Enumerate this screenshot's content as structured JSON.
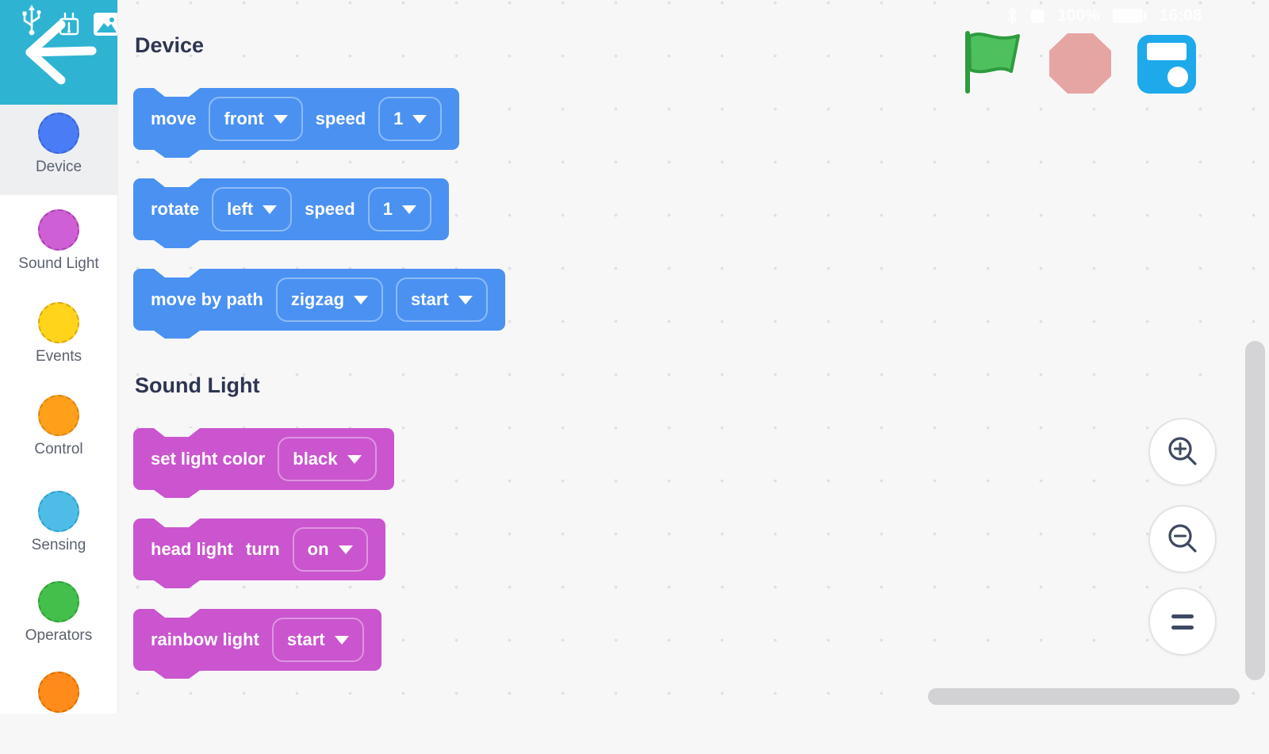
{
  "statusbar": {
    "icons": [
      "bluetooth-icon",
      "app-icon",
      "battery-icon"
    ],
    "battery_percent": "100%",
    "time": "16:08"
  },
  "sidebar": {
    "back_icons": [
      "usb-icon",
      "usb-plug-icon",
      "image-icon",
      "back-arrow-icon"
    ],
    "back_color": "#2eb4d2",
    "categories": [
      {
        "label": "Device",
        "color": "#4a7cf5",
        "border": "#3b63d8",
        "selected": true
      },
      {
        "label": "Sound Light",
        "color": "#cf5fd4",
        "border": "#a93fb0",
        "selected": false
      },
      {
        "label": "Events",
        "color": "#ffd41a",
        "border": "#d9a616",
        "selected": false
      },
      {
        "label": "Control",
        "color": "#ffa01a",
        "border": "#d98412",
        "selected": false
      },
      {
        "label": "Sensing",
        "color": "#4dbde8",
        "border": "#2e9fce",
        "selected": false
      },
      {
        "label": "Operators",
        "color": "#44bf4c",
        "border": "#2f9e38",
        "selected": false
      },
      {
        "label": "",
        "color": "#ff8c1a",
        "border": "#db6e00",
        "selected": false
      }
    ]
  },
  "toolbar": {
    "buttons": [
      {
        "icon": "green-flag-icon",
        "color": "#4ec05e"
      },
      {
        "icon": "stop-octagon-icon",
        "color": "#e5a5a3"
      },
      {
        "icon": "save-icon",
        "color": "#1ea9eb"
      }
    ]
  },
  "palette": {
    "sections": [
      {
        "title": "Device",
        "block_color": "#4a91f2",
        "blocks": [
          {
            "parts": [
              {
                "t": "label",
                "v": "move"
              },
              {
                "t": "dropdown",
                "v": "front"
              },
              {
                "t": "label",
                "v": "speed"
              },
              {
                "t": "dropdown",
                "v": "1"
              }
            ]
          },
          {
            "parts": [
              {
                "t": "label",
                "v": "rotate"
              },
              {
                "t": "dropdown",
                "v": "left"
              },
              {
                "t": "label",
                "v": "speed"
              },
              {
                "t": "dropdown",
                "v": "1"
              }
            ]
          },
          {
            "parts": [
              {
                "t": "label",
                "v": "move by path"
              },
              {
                "t": "dropdown",
                "v": "zigzag"
              },
              {
                "t": "dropdown",
                "v": "start"
              }
            ]
          }
        ]
      },
      {
        "title": "Sound Light",
        "block_color": "#ca55ce",
        "blocks": [
          {
            "parts": [
              {
                "t": "label",
                "v": "set light color"
              },
              {
                "t": "dropdown",
                "v": "black"
              }
            ]
          },
          {
            "parts": [
              {
                "t": "label",
                "v": "head light"
              },
              {
                "t": "label",
                "v": "turn"
              },
              {
                "t": "dropdown",
                "v": "on"
              }
            ]
          },
          {
            "parts": [
              {
                "t": "label",
                "v": "rainbow light"
              },
              {
                "t": "dropdown",
                "v": "start"
              }
            ]
          }
        ]
      }
    ]
  },
  "zoom_controls": [
    {
      "name": "zoom-in-button",
      "icon": "magnifier-plus-icon"
    },
    {
      "name": "zoom-out-button",
      "icon": "magnifier-minus-icon"
    },
    {
      "name": "zoom-reset-button",
      "icon": "equals-icon"
    }
  ]
}
